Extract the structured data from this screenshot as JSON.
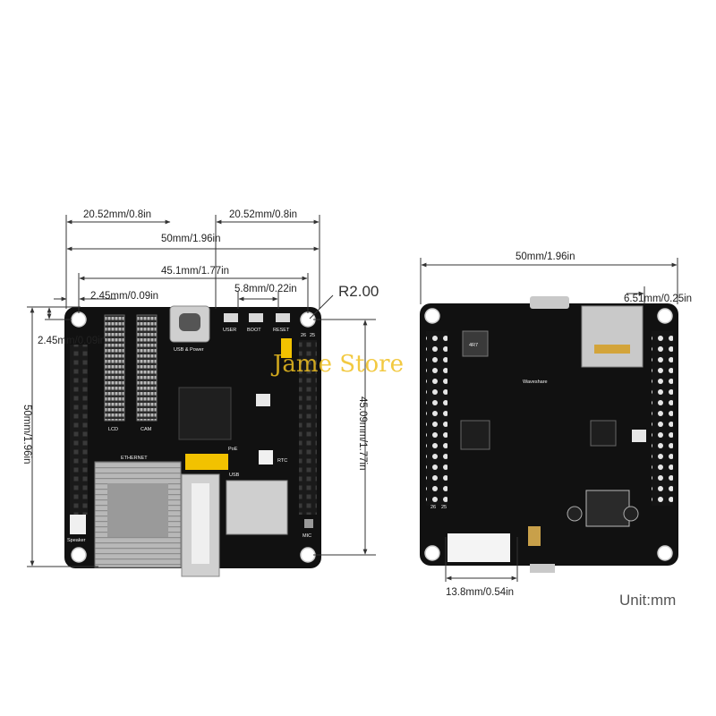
{
  "front": {
    "dims": {
      "header_left": "20.52mm/0.8in",
      "header_right": "20.52mm/0.8in",
      "total_width": "50mm/1.96in",
      "hole_span": "45.1mm/1.77in",
      "hole_offset_x": "2.45mm/0.09in",
      "button_gap": "5.8mm/0.22in",
      "corner_radius": "R2.00",
      "hole_offset_y": "2.45mm/0.09in",
      "total_height": "50mm/1.96in",
      "hole_span_vertical": "45.09mm/1.77in"
    },
    "silkscreen": {
      "lcd": "LCD",
      "cam": "CAM",
      "ethernet": "ETHERNET",
      "usb_power": "USB & Power",
      "user": "USER",
      "boot": "BOOT",
      "reset": "RESET",
      "poe": "PoE",
      "usb": "USB",
      "rtc": "RTC",
      "speaker": "Speaker",
      "mic": "MIC",
      "pin_25": "25",
      "pin_26": "26"
    }
  },
  "back": {
    "dims": {
      "total_width": "50mm/1.96in",
      "edge_offset": "6.51mm/0.25in",
      "bottom_width": "13.8mm/0.54in"
    },
    "silkscreen": {
      "brand": "Waveshare",
      "inductor": "4R7",
      "pin_25": "25",
      "pin_26": "26"
    }
  },
  "unit_label": "Unit:mm",
  "watermark": "Jame Store"
}
